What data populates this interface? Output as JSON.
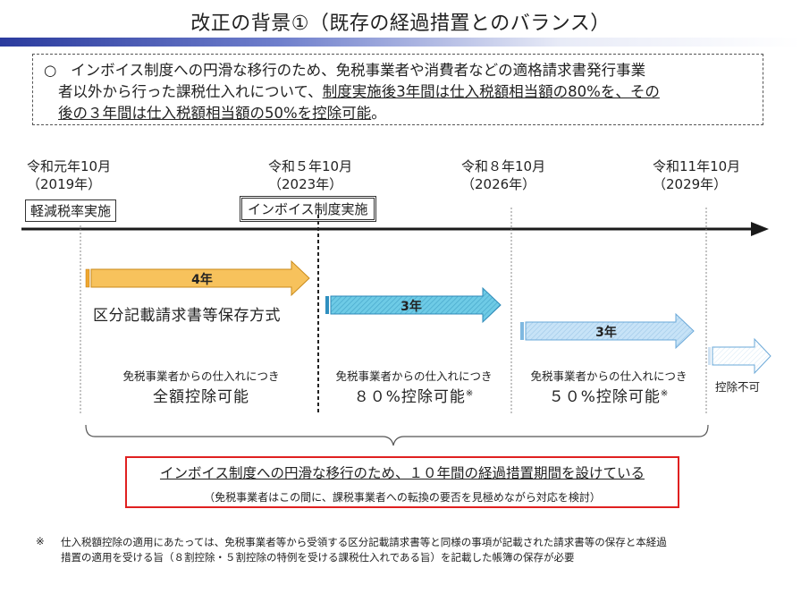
{
  "title": "改正の背景①（既存の経過措置とのバランス）",
  "summary": {
    "bullet": "○",
    "line1": "インボイス制度への円滑な移行のため、免税事業者や消費者などの適格請求書発行事業",
    "line2_plain": "者以外から行った課税仕入れについて、",
    "line2_underlined": "制度実施後3年間は仕入税額相当額の80%を、その",
    "line3_underlined": "後の３年間は仕入税額相当額の50%を控除可能",
    "line3_end": "。"
  },
  "eras": [
    {
      "era": "令和元年10月",
      "year": "（2019年）"
    },
    {
      "era": "令和５年10月",
      "year": "（2023年）"
    },
    {
      "era": "令和８年10月",
      "year": "（2026年）"
    },
    {
      "era": "令和11年10月",
      "year": "（2029年）"
    }
  ],
  "event_labels": {
    "reduced_rate": "軽減税率実施",
    "invoice_start": "インボイス制度実施"
  },
  "arrows": {
    "a1": "4年",
    "a2": "3年",
    "a3": "3年"
  },
  "method_label": "区分記載請求書等保存方式",
  "periods": [
    {
      "small": "免税事業者からの仕入れにつき",
      "big": "全額控除可能",
      "mark": ""
    },
    {
      "small": "免税事業者からの仕入れにつき",
      "big": "８０%控除可能",
      "mark": "※"
    },
    {
      "small": "免税事業者からの仕入れにつき",
      "big": "５０%控除可能",
      "mark": "※"
    }
  ],
  "no_deduction": "控除不可",
  "red_box": {
    "main": "インボイス制度への円滑な移行のため、１０年間の経過措置期間を設けている",
    "sub": "（免税事業者はこの間に、課税事業者への転換の要否を見極めながら対応を検討）"
  },
  "footnote": {
    "mark": "※",
    "line1": "仕入税額控除の適用にあたっては、免税事業者等から受領する区分記載請求書等と同様の事項が記載された請求書等の保存と本経過",
    "line2": "措置の適用を受ける旨（８割控除・５割控除の特例を受ける課税仕入れである旨）を記載した帳簿の保存が必要"
  },
  "colors": {
    "arrow1": "#f5c060",
    "arrow2": "#5fc3e0",
    "arrow3": "#bcdcf5",
    "red_border": "#e02020",
    "title_bar": "#2b3b9e"
  }
}
